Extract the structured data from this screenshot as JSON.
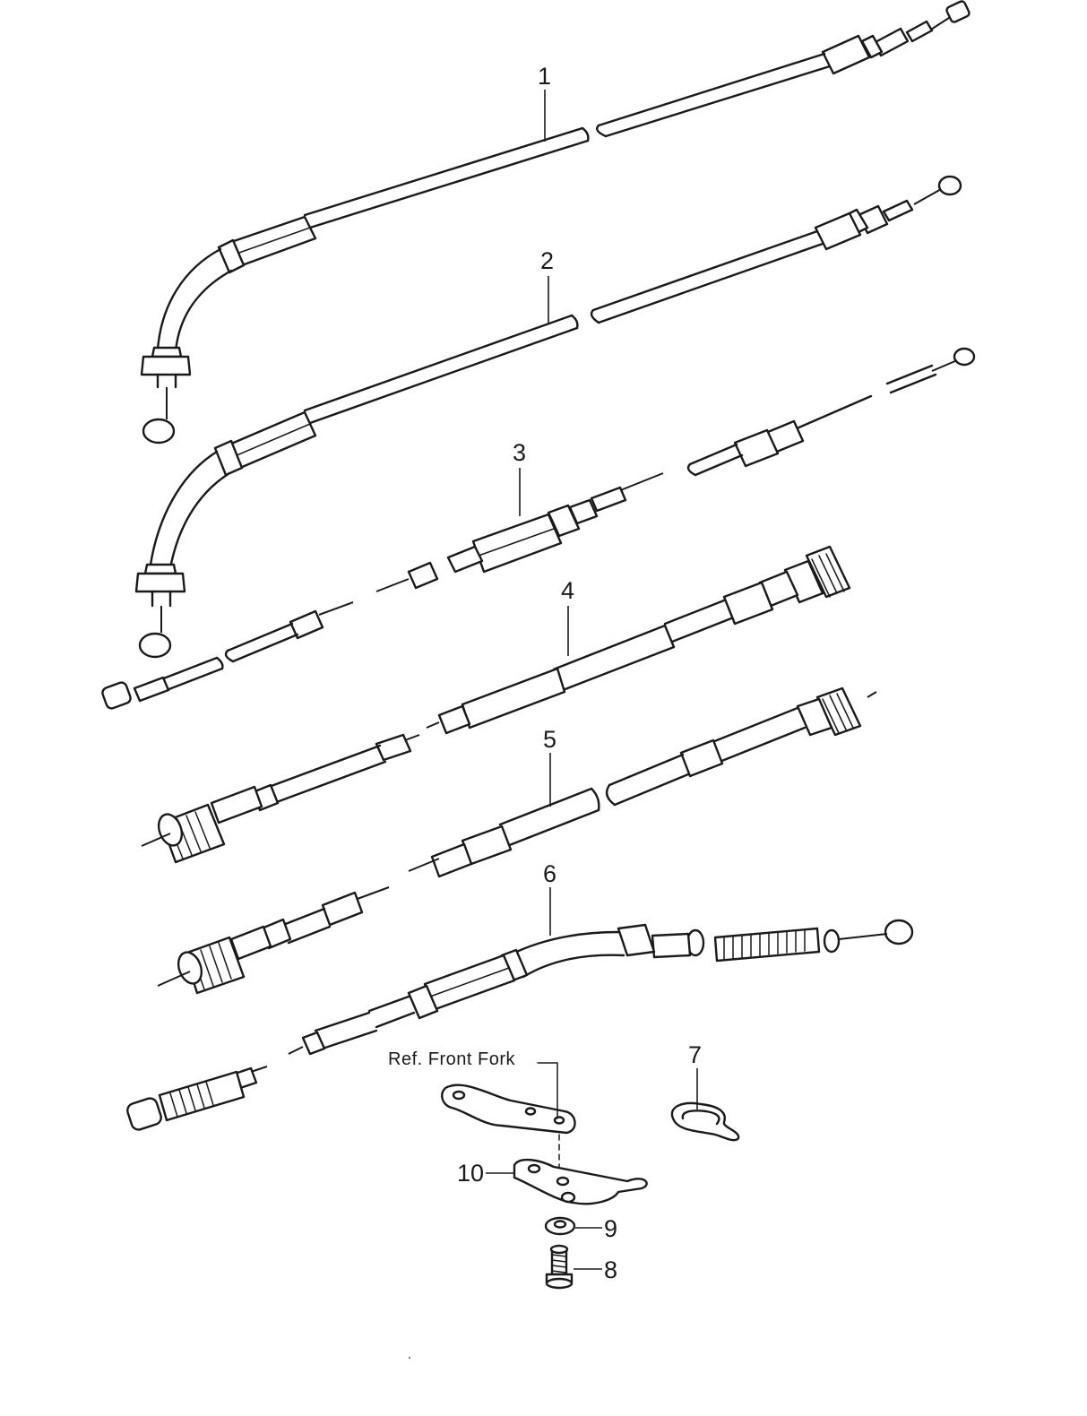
{
  "callouts": [
    {
      "id": "1",
      "label": "1"
    },
    {
      "id": "2",
      "label": "2"
    },
    {
      "id": "3",
      "label": "3"
    },
    {
      "id": "4",
      "label": "4"
    },
    {
      "id": "5",
      "label": "5"
    },
    {
      "id": "6",
      "label": "6"
    },
    {
      "id": "7",
      "label": "7"
    },
    {
      "id": "8",
      "label": "8"
    },
    {
      "id": "9",
      "label": "9"
    },
    {
      "id": "10",
      "label": "10"
    }
  ],
  "reference_note": "Ref. Front Fork"
}
